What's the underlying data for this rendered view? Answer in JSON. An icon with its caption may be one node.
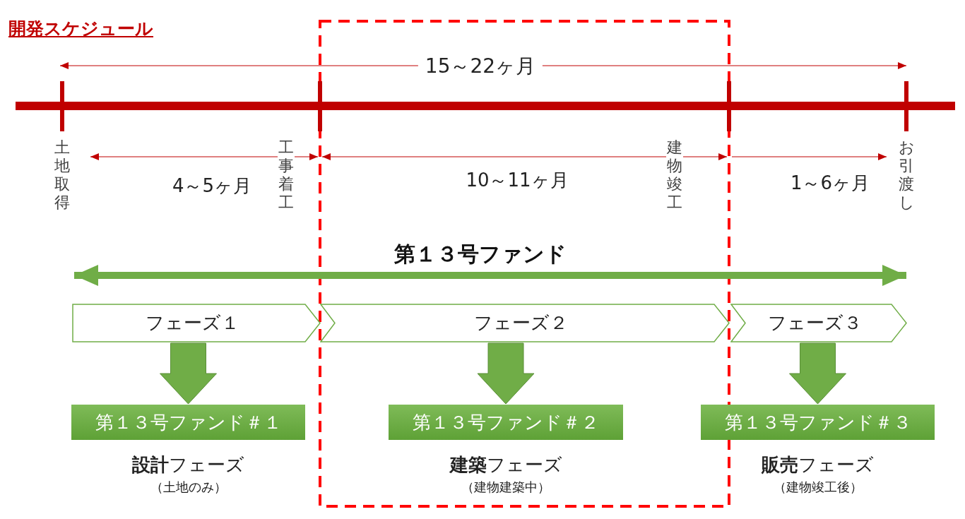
{
  "diagram": {
    "title": "開発スケジュール",
    "nodes": [
      {
        "text": [
          "第１３号ファンド"
        ]
      },
      {
        "text": [
          "フェーズ１"
        ]
      },
      {
        "text": [
          "フェーズ２"
        ]
      },
      {
        "text": [
          "フェーズ３"
        ]
      },
      {
        "text": [
          "第１３号ファンド＃１"
        ],
        "beside": [
          "**設計**フェーズ",
          "（土地のみ）"
        ]
      },
      {
        "text": [
          "第１３号ファンド＃２"
        ],
        "beside": [
          "**建築**フェーズ",
          "（建物建築中）"
        ]
      },
      {
        "text": [
          "第１３号ファンド＃３"
        ],
        "beside": [
          "**販売**フェーズ",
          "（建物竣工後）"
        ]
      }
    ],
    "edges": [
      {
        "from": 1,
        "to": 4,
        "arrow": "to"
      },
      {
        "from": 2,
        "to": 5,
        "arrow": "to"
      },
      {
        "from": 3,
        "to": 6,
        "arrow": "to"
      }
    ],
    "labels": [
      "15～22ヶ月",
      "土地取得",
      "工事着工",
      "建物竣工",
      "お引渡し",
      "4～5ヶ月",
      "10～11ヶ月",
      "1～6ヶ月"
    ]
  }
}
